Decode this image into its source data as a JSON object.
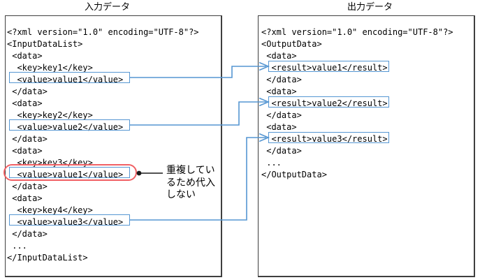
{
  "input_panel": {
    "title": "入力データ",
    "lines": [
      "<?xml version=\"1.0\" encoding=\"UTF-8\"?>",
      "<InputDataList>",
      " <data>",
      "  <key>key1</key>",
      "  <value>value1</value>",
      " </data>",
      " <data>",
      "  <key>key2</key>",
      "  <value>value2</value>",
      " </data>",
      " <data>",
      "  <key>key3</key>",
      "  <value>value1</value>",
      " </data>",
      " <data>",
      "  <key>key4</key>",
      "  <value>value3</value>",
      " </data>",
      " ...",
      "</InputDataList>"
    ]
  },
  "output_panel": {
    "title": "出力データ",
    "lines": [
      "<?xml version=\"1.0\" encoding=\"UTF-8\"?>",
      "<OutputData>",
      " <data>",
      "  <result>value1</result>",
      " </data>",
      " <data>",
      "  <result>value2</result>",
      " </data>",
      " <data>",
      "  <result>value3</result>",
      " </data>",
      " ...",
      "</OutputData>"
    ]
  },
  "annotation": {
    "lines": [
      "重複してい",
      "るため代入",
      "しない"
    ],
    "full_text": "重複しているため代入しない"
  },
  "arrows": [
    {
      "from": "input value1 (key1)",
      "to": "output result value1"
    },
    {
      "from": "input value2 (key2)",
      "to": "output result value2"
    },
    {
      "from": "input value3 (key4)",
      "to": "output result value3"
    }
  ],
  "colors": {
    "arrow_blue": "#5596D2",
    "highlight_red": "#F06064",
    "panel_border": "#3f3f3f",
    "text": "#000000"
  }
}
